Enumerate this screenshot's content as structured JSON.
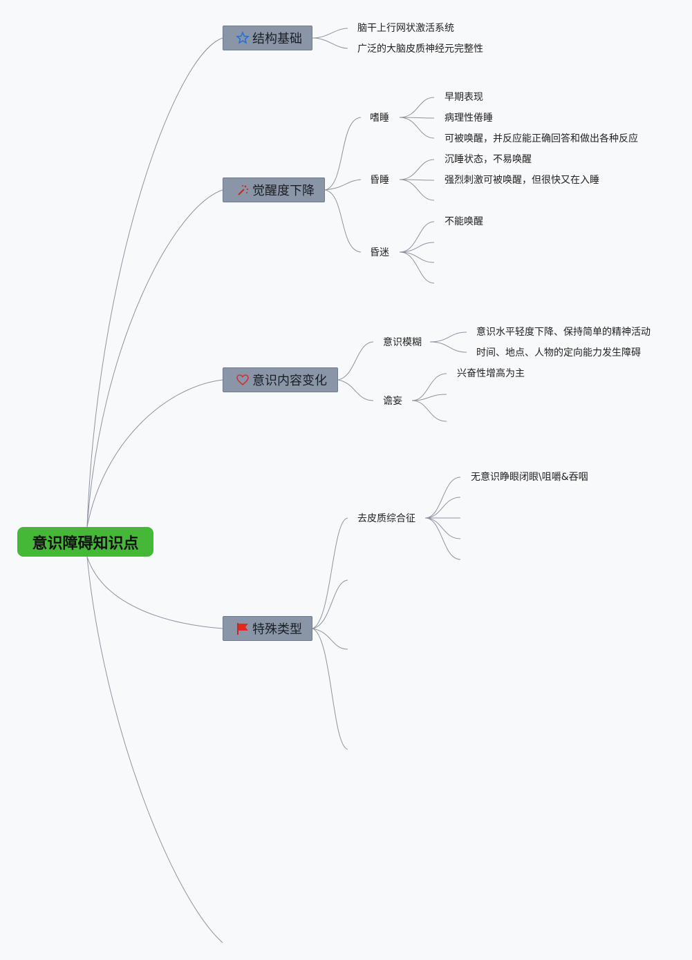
{
  "root": {
    "label": "意识障碍知识点"
  },
  "branches": [
    {
      "label": "结构基础",
      "icon": "star-icon",
      "children": [
        {
          "label": "脑干上行网状激活系统"
        },
        {
          "label": "广泛的大脑皮质神经元完整性"
        }
      ]
    },
    {
      "label": "觉醒度下降",
      "icon": "magic-wand-icon",
      "children": [
        {
          "label": "嗜睡",
          "children": [
            "早期表现",
            "病理性倦睡",
            "可被唤醒，并反应能正确回答和做出各种反应"
          ]
        },
        {
          "label": "昏睡",
          "children": [
            "沉睡状态，不易唤醒",
            "强烈刺激可被唤醒，但很快又在入睡",
            ""
          ]
        },
        {
          "label": "昏迷",
          "children": [
            "不能唤醒",
            "",
            "",
            ""
          ]
        }
      ]
    },
    {
      "label": "意识内容变化",
      "icon": "heart-icon",
      "children": [
        {
          "label": "意识模糊",
          "children": [
            "意识水平轻度下降、保持简单的精神活动",
            "时间、地点、人物的定向能力发生障碍"
          ]
        },
        {
          "label": "谵妄",
          "children": [
            "兴奋性增高为主",
            "",
            ""
          ]
        }
      ]
    },
    {
      "label": "特殊类型",
      "icon": "red-flag-icon",
      "children": [
        {
          "label": "去皮质综合征",
          "children": [
            "无意识睁眼闭眼\\咀嚼&吞咽",
            "",
            "",
            "",
            ""
          ]
        },
        {
          "label": ""
        },
        {
          "label": ""
        },
        {
          "label": ""
        }
      ]
    },
    {
      "label": ""
    }
  ],
  "colors": {
    "root_bg": "#46b838",
    "branch_bg": "#8a96a8",
    "line": "#8c93a0",
    "background": "#f8f9fb"
  }
}
